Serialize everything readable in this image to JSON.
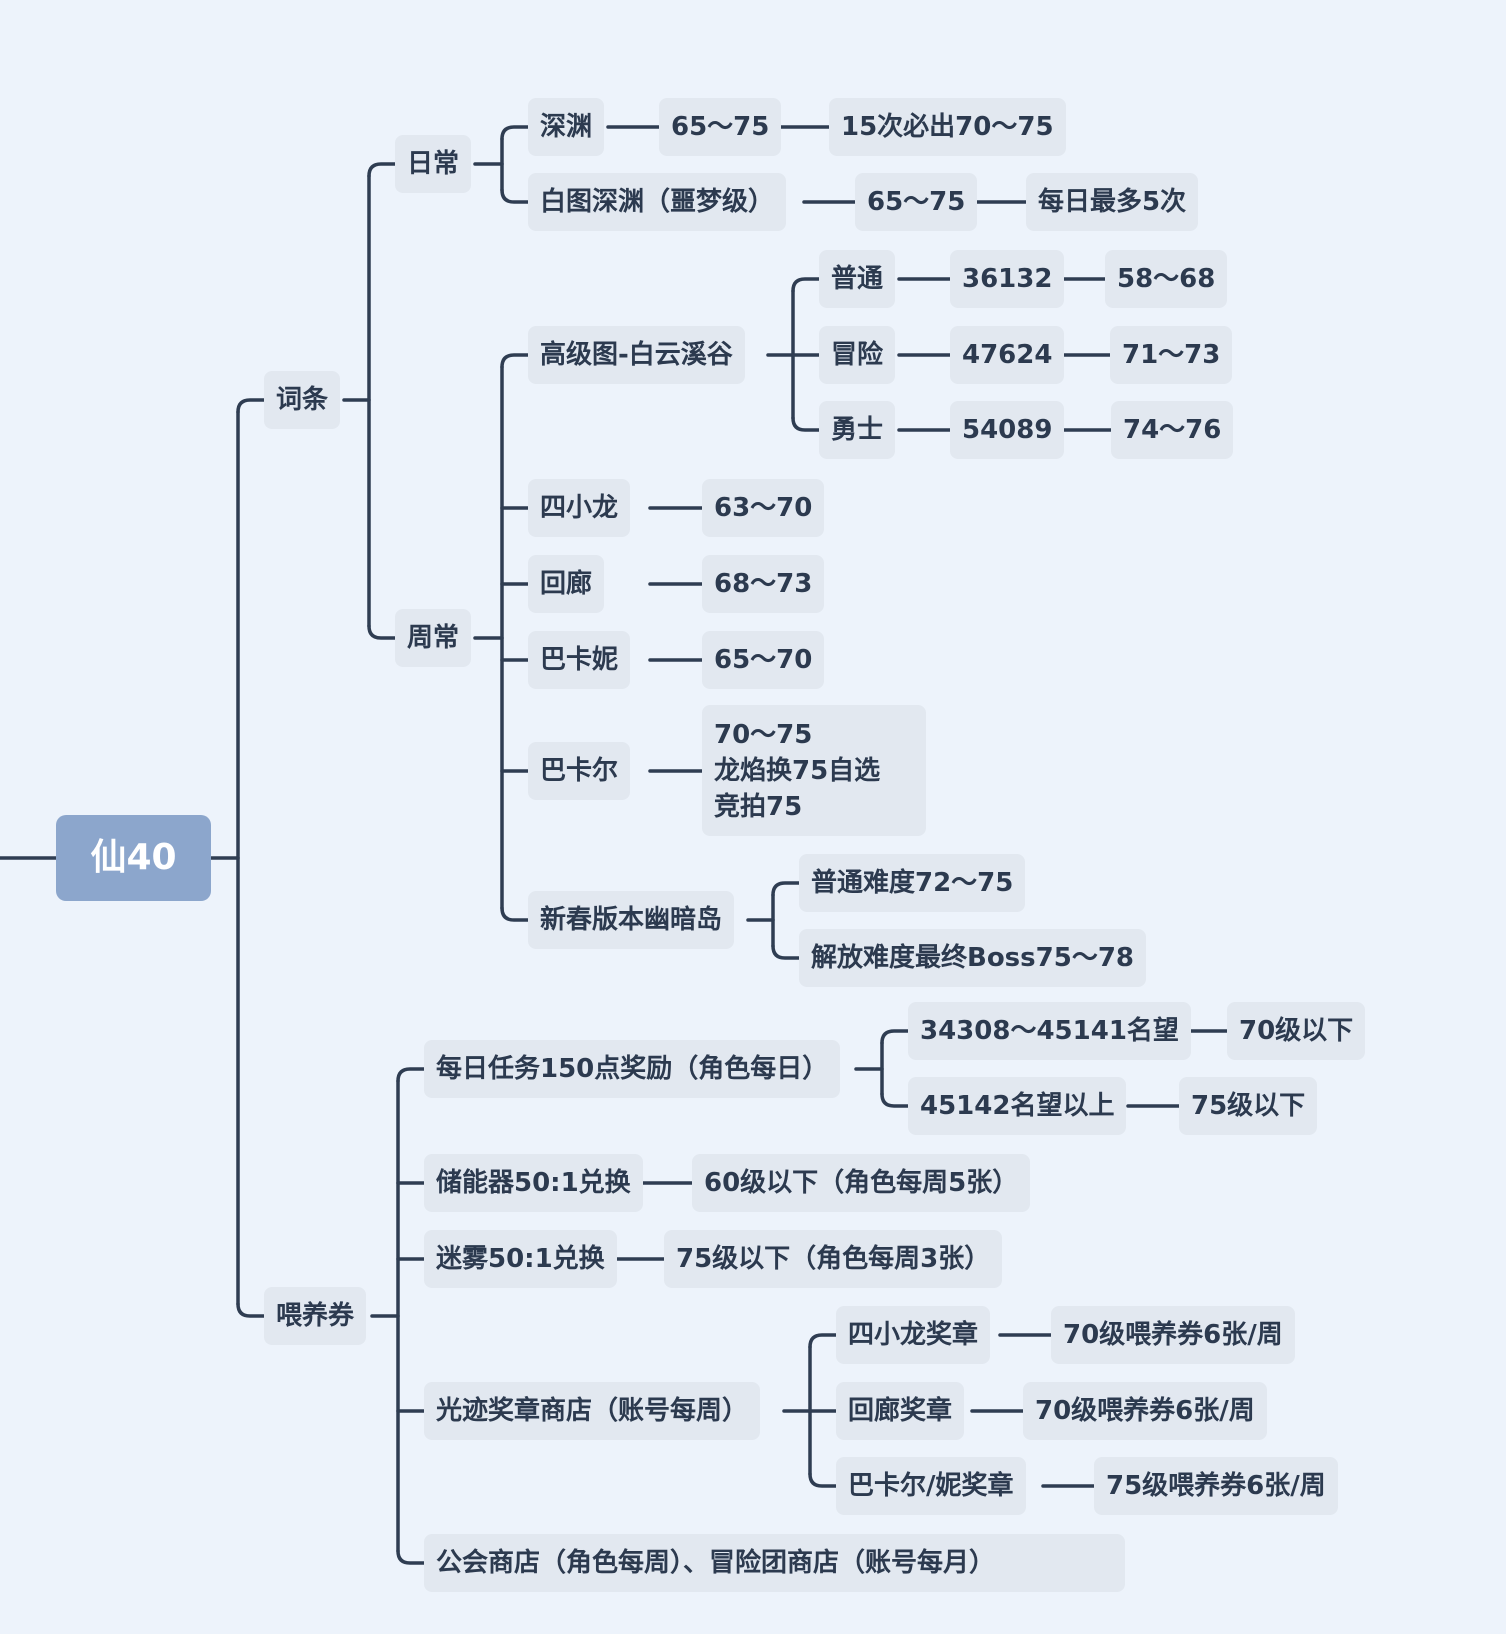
{
  "root": "仙40",
  "branches": {
    "cicao": {
      "label": "词条",
      "daily": {
        "label": "日常",
        "shenyuan": {
          "label": "深渊",
          "range": "65～75",
          "note": "15次必出70～75"
        },
        "baitu": {
          "label": "白图深渊（噩梦级）",
          "range": "65～75",
          "note": "每日最多5次"
        }
      },
      "weekly": {
        "label": "周常",
        "gaoji": {
          "label": "高级图-白云溪谷",
          "rows": [
            {
              "label": "普通",
              "value": "36132",
              "range": "58～68"
            },
            {
              "label": "冒险",
              "value": "47624",
              "range": "71～73"
            },
            {
              "label": "勇士",
              "value": "54089",
              "range": "74～76"
            }
          ]
        },
        "sixiaolong": {
          "label": "四小龙",
          "range": "63～70"
        },
        "huilang": {
          "label": "回廊",
          "range": "68～73"
        },
        "bakani": {
          "label": "巴卡妮",
          "range": "65～70"
        },
        "bakaer": {
          "label": "巴卡尔",
          "lines": [
            "70～75",
            "龙焰换75自选",
            "竞拍75"
          ]
        },
        "xinchun": {
          "label": "新春版本幽暗岛",
          "normal": "普通难度72～75",
          "liberate": "解放难度最终Boss75～78"
        }
      }
    },
    "weiyang": {
      "label": "喂养券",
      "daily_task": {
        "label": "每日任务150点奖励（角色每日）",
        "rows": [
          {
            "label": "34308～45141名望",
            "result": "70级以下"
          },
          {
            "label": "45142名望以上",
            "result": "75级以下"
          }
        ]
      },
      "chunengqi": {
        "label": "储能器50:1兑换",
        "result": "60级以下（角色每周5张）"
      },
      "miwu": {
        "label": "迷雾50:1兑换",
        "result": "75级以下（角色每周3张）"
      },
      "guangji": {
        "label": "光迹奖章商店（账号每周）",
        "rows": [
          {
            "label": "四小龙奖章",
            "result": "70级喂养券6张/周"
          },
          {
            "label": "回廊奖章",
            "result": "70级喂养券6张/周"
          },
          {
            "label": "巴卡尔/妮奖章",
            "result": "75级喂养券6张/周"
          }
        ]
      },
      "gonghui": {
        "label": "公会商店（角色每周）、冒险团商店（账号每月）"
      }
    }
  }
}
